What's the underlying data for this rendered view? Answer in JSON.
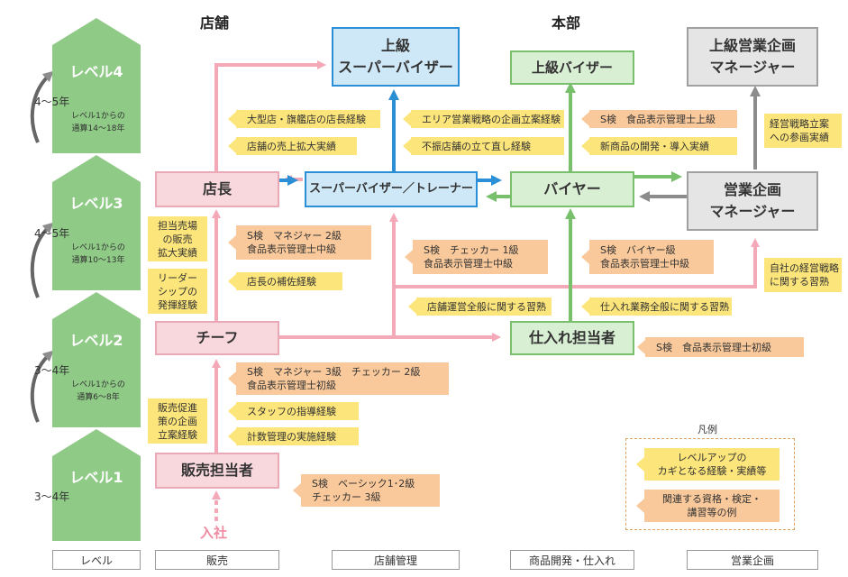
{
  "columns": {
    "store": "店舗",
    "hq": "本部"
  },
  "levels": [
    {
      "label": "レベル4",
      "years": "4～5年",
      "note1": "レベル1からの",
      "note2": "通算14～18年"
    },
    {
      "label": "レベル3",
      "years": "4～5年",
      "note1": "レベル1からの",
      "note2": "通算10～13年"
    },
    {
      "label": "レベル2",
      "years": "3～4年",
      "note1": "レベル1からの",
      "note2": "通算6～8年"
    },
    {
      "label": "レベル1",
      "years": "3～4年"
    }
  ],
  "roles": {
    "senior_sv_1": "上級",
    "senior_sv_2": "スーパーバイザー",
    "senior_buyer": "上級バイザー",
    "senior_plan_1": "上級営業企画",
    "senior_plan_2": "マネージャー",
    "store_manager": "店長",
    "sv_trainer": "スーパーバイザー／トレーナー",
    "buyer": "バイヤー",
    "plan_1": "営業企画",
    "plan_2": "マネージャー",
    "chief": "チーフ",
    "purchasing": "仕入れ担当者",
    "sales": "販売担当者",
    "join": "入社"
  },
  "tags": {
    "t_large_store": "大型店・旗艦店の店長経験",
    "t_sales_expand": "店舗の売上拡大実績",
    "t_area_plan": "エリア営業戦略の企画立案経験",
    "t_rebuild": "不振店舗の立て直し経験",
    "t_s_food_senior": "S検　食品表示管理士上級",
    "t_new_product": "新商品の開発・導入実績",
    "t_mgmt_strategy_1": "経営戦略立案",
    "t_mgmt_strategy_2": "への参画実績",
    "t_dept_1": "担当売場",
    "t_dept_2": "の販売",
    "t_dept_3": "拡大実績",
    "t_s_mgr2_1": "S検　マネジャー 2級",
    "t_s_mgr2_2": "食品表示管理士中級",
    "t_s_checker1_1": "S検　チェッカー 1級",
    "t_s_checker1_2": "食品表示管理士中級",
    "t_s_buyer_1": "S検　バイヤー級",
    "t_s_buyer_2": "食品表示管理士中級",
    "t_company_1": "自社の経営戦略",
    "t_company_2": "に関する習熟",
    "t_leader_1": "リーダー",
    "t_leader_2": "シップの",
    "t_leader_3": "発揮経験",
    "t_assist_mgr": "店長の補佐経験",
    "t_store_ops": "店舗運営全般に関する習熟",
    "t_purchase_ops": "仕入れ業務全般に関する習熟",
    "t_s_food_basic": "S検　食品表示管理士初級",
    "t_s_mgr3_1": "S検　マネジャー 3級　チェッカー 2級",
    "t_s_mgr3_2": "食品表示管理士初級",
    "t_promo_1": "販売促進",
    "t_promo_2": "策の企画",
    "t_promo_3": "立案経験",
    "t_staff_guide": "スタッフの指導経験",
    "t_numbers": "計数管理の実施経験",
    "t_s_basic_1": "S検　ベーシック1･2級",
    "t_s_basic_2": "チェッカー 3級"
  },
  "legend": {
    "title": "凡例",
    "key_exp_1": "レベルアップの",
    "key_exp_2": "カギとなる経験・実績等",
    "qual_1": "関連する資格・検定・",
    "qual_2": "講習等の例"
  },
  "footer": [
    "レベル",
    "販売",
    "店舗管理",
    "商品開発・仕入れ",
    "営業企画"
  ],
  "colors": {
    "level_green": "#8fca86",
    "pink": "#f3a9b8",
    "blue": "#2b8fd6",
    "green": "#79c06c",
    "gray": "#8c8c8c",
    "yellow": "#fce57a",
    "orange": "#f9c99b"
  }
}
